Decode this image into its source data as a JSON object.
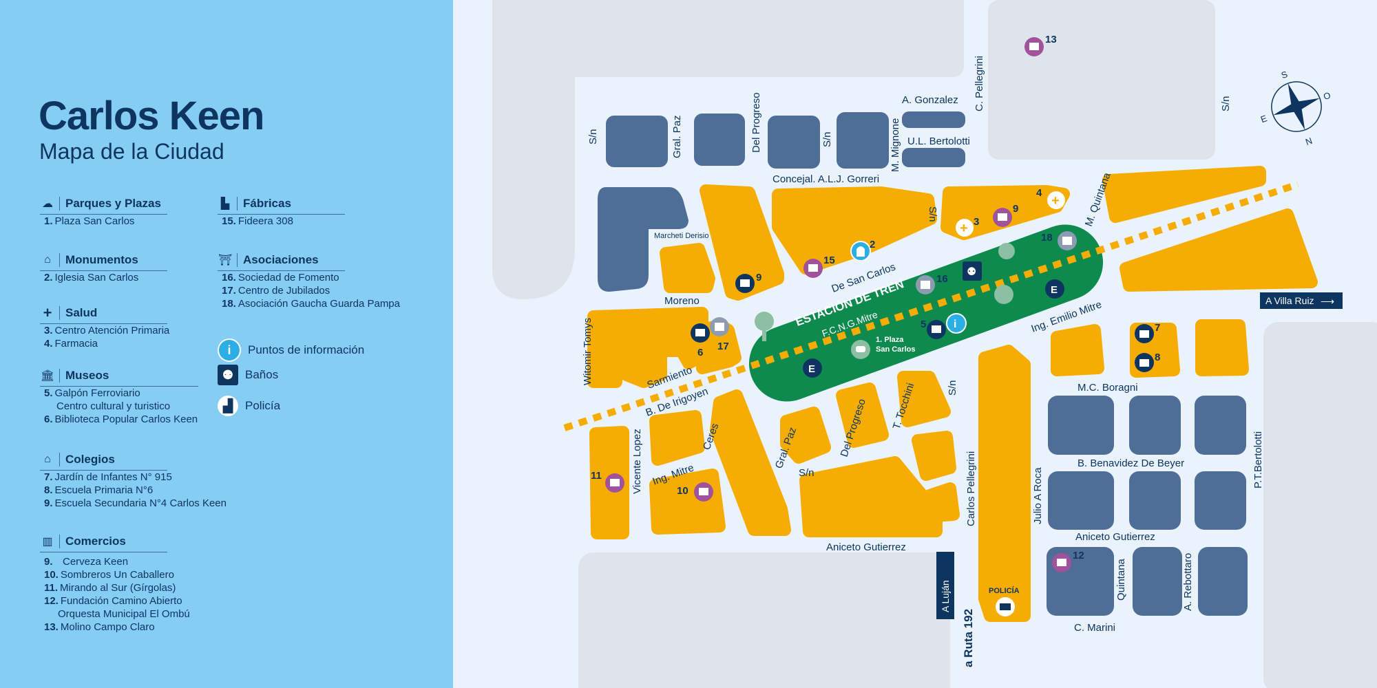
{
  "header": {
    "title": "Carlos Keen",
    "subtitle": "Mapa de la Ciudad"
  },
  "legend": {
    "parques": {
      "label": "Parques y Plazas",
      "items": [
        {
          "n": "1.",
          "t": "Plaza San Carlos"
        }
      ]
    },
    "monumentos": {
      "label": "Monumentos",
      "items": [
        {
          "n": "2.",
          "t": "Iglesia San Carlos"
        }
      ]
    },
    "salud": {
      "label": "Salud",
      "items": [
        {
          "n": "3.",
          "t": "Centro Atención Primaria"
        },
        {
          "n": "4.",
          "t": "Farmacia"
        }
      ]
    },
    "museos": {
      "label": "Museos",
      "items": [
        {
          "n": "5.",
          "t": "Galpón Ferroviario"
        },
        {
          "n": "",
          "t": "Centro cultural y turistico"
        },
        {
          "n": "6.",
          "t": "Biblioteca Popular Carlos Keen"
        }
      ]
    },
    "colegios": {
      "label": "Colegios",
      "items": [
        {
          "n": "7.",
          "t": "Jardín de Infantes N° 915"
        },
        {
          "n": "8.",
          "t": "Escuela Primaria N°6"
        },
        {
          "n": "9.",
          "t": "Escuela Secundaria N°4 Carlos Keen"
        }
      ]
    },
    "comercios": {
      "label": "Comercios",
      "items": [
        {
          "n": "9.",
          "t": "Cerveza Keen"
        },
        {
          "n": "10.",
          "t": "Sombreros Un Caballero"
        },
        {
          "n": "11.",
          "t": "Mirando al Sur (Gírgolas)"
        },
        {
          "n": "12.",
          "t": "Fundación Camino Abierto"
        },
        {
          "n": "",
          "t": "Orquesta Municipal El Ombú"
        },
        {
          "n": "13.",
          "t": "Molino Campo Claro"
        }
      ]
    },
    "fabricas": {
      "label": "Fábricas",
      "items": [
        {
          "n": "15.",
          "t": "Fideera 308"
        }
      ]
    },
    "asociaciones": {
      "label": "Asociaciones",
      "items": [
        {
          "n": "16.",
          "t": "Sociedad de Fomento"
        },
        {
          "n": "17.",
          "t": "Centro de Jubilados"
        },
        {
          "n": "18.",
          "t": "Asociación Gaucha Guarda Pampa"
        }
      ]
    },
    "info": "Puntos de información",
    "banos": "Baños",
    "policia": "Policía"
  },
  "streets": {
    "sn": "S/n",
    "gral_paz": "Gral. Paz",
    "del_progreso": "Del Progreso",
    "mignone": "M. Mignone",
    "gonzalez": "A. Gonzalez",
    "c_pellegrini": "C. Pellegrini",
    "ul_bertolotti": "U.L. Bertolotti",
    "gorreri": "Concejal. A.L.J. Gorreri",
    "quintana_m": "M. Quintana",
    "marcheti": "Marcheti Derisio",
    "moreno": "Moreno",
    "san_carlos": "De San Carlos",
    "witomir": "Witomir Tomys",
    "sarmiento": "Sarmiento",
    "irigoyen": "B. De Irigoyen",
    "emilio_mitre": "Ing. Emilio Mitre",
    "boragni": "M.C. Boragni",
    "ceres": "Ceres",
    "vicente_lopez": "Vicente Lopez",
    "ing_mitre": "Ing. Mitre",
    "tocchini": "T. Tocchini",
    "carlos_pellegrini": "Carlos Pellegrini",
    "julio_roca": "Julio A Roca",
    "benavidez": "B. Benavidez De Beyer",
    "pt_bertolotti": "P.T.Bertolotti",
    "aniceto": "Aniceto Gutierrez",
    "quintana": "Quintana",
    "rebottaro": "A. Rebottaro",
    "marini": "C. Marini",
    "ruta": "a Ruta 192"
  },
  "signs": {
    "lujan": "A Luján",
    "villa_ruiz": "A Villa Ruiz",
    "policia": "POLICÍA"
  },
  "station": {
    "title": "ESTACIÓN DE TREN",
    "sub": "F.C.N.G.Mitre",
    "plaza_line1": "1. Plaza",
    "plaza_line2": "San Carlos"
  },
  "markers": {
    "m13": "13",
    "m9a": "9",
    "m15": "15",
    "m2": "2",
    "m3": "3",
    "m9b": "9",
    "m4": "4",
    "m18": "18",
    "m16": "16",
    "m5": "5",
    "m6": "6",
    "m17": "17",
    "m7": "7",
    "m8": "8",
    "m11": "11",
    "m10": "10",
    "m12": "12",
    "estacionamiento": "E"
  },
  "compass": {
    "n": "N",
    "s": "S",
    "e": "E",
    "o": "O"
  },
  "colors": {
    "panel": "#86CDF3",
    "navy": "#0D3560",
    "orange": "#F6AC00",
    "slate": "#4F6E97",
    "green": "#0E8A4F",
    "purple": "#A0539A",
    "cyan": "#2BAEE6",
    "gray_assoc": "#8E9CB3"
  }
}
